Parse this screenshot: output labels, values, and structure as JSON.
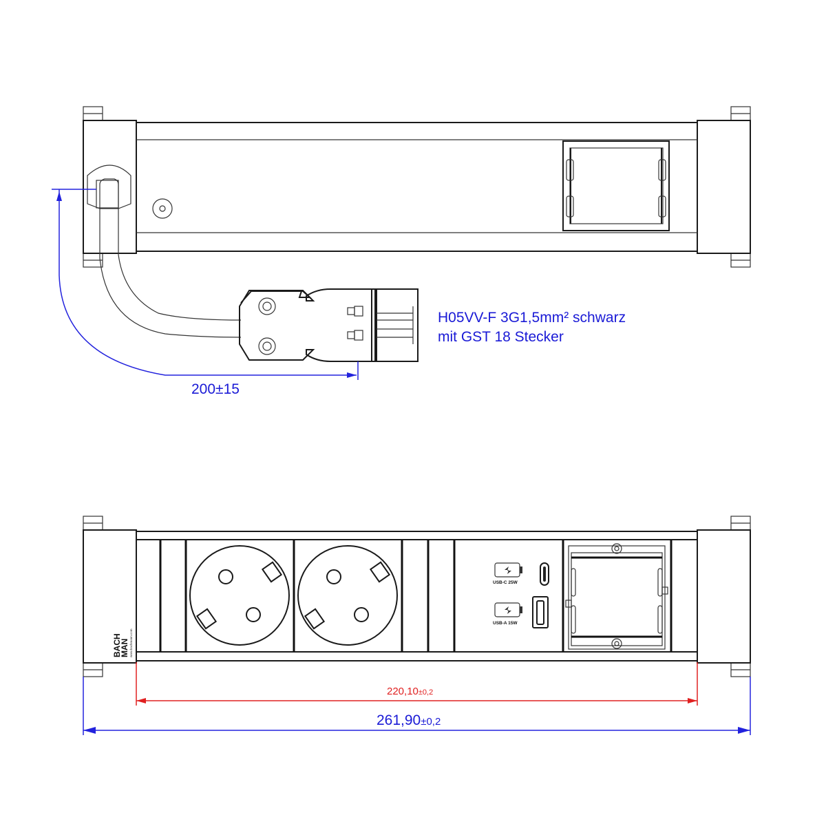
{
  "drawing": {
    "top_view": {
      "cable_label_line1": "H05VV-F 3G1,5mm² schwarz",
      "cable_label_line2": "mit GST 18 Stecker",
      "cable_length_dim": "200±15"
    },
    "front_view": {
      "brand_line1": "BACH",
      "brand_line2": "MAN",
      "brand_url": "www.bachmann.com",
      "usb_c_label": "USB-C 25W",
      "usb_a_label": "USB-A 15W",
      "inner_dim_value": "220,10",
      "inner_dim_tol": "±0,2",
      "outer_dim_value": "261,90",
      "outer_dim_tol": "±0,2"
    },
    "colors": {
      "dimension_blue": "#1a1ad6",
      "dimension_red": "#e02020",
      "line": "#1a1a1a"
    }
  }
}
